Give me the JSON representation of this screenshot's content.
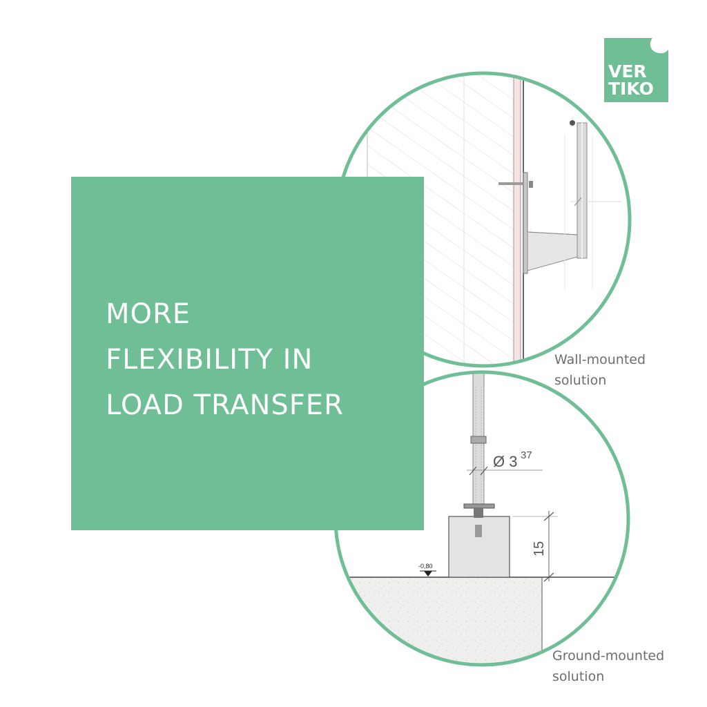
{
  "headline": {
    "line1": "MORE",
    "line2": "FLEXIBILITY IN",
    "line3": "LOAD TRANSFER"
  },
  "logo": {
    "line1": "VER",
    "line2": "TIKO"
  },
  "captions": {
    "wall_line1": "Wall-mounted",
    "wall_line2": "solution",
    "ground_line1": "Ground-mounted",
    "ground_line2": "solution"
  },
  "drawing": {
    "diameter_label": "Ø 3",
    "diameter_sup": "37",
    "height_dimension": "15",
    "level_marker": "-0,80"
  },
  "colors": {
    "brand_green": "#6fbe95",
    "circle_green": "#6fbe95",
    "caption_gray": "#6d6d6d"
  }
}
